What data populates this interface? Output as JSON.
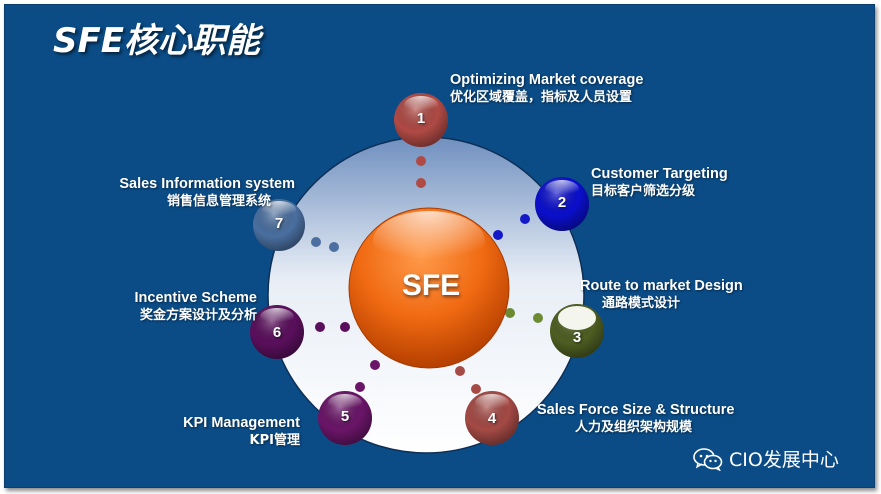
{
  "title": "SFE核心职能",
  "center": {
    "label": "SFE"
  },
  "nodes": [
    {
      "number": "1",
      "en": "Optimizing Market coverage",
      "cn": "优化区域覆盖，指标及人员设置",
      "color": "#b04a45"
    },
    {
      "number": "2",
      "en": "Customer Targeting",
      "cn": "目标客户筛选分级",
      "color": "#0b0fcc"
    },
    {
      "number": "3",
      "en": "Route to market Design",
      "cn": "通路模式设计",
      "color": "#4e5e22"
    },
    {
      "number": "4",
      "en": "Sales Force Size & Structure",
      "cn": "人力及组织架构规模",
      "color": "#a54a45"
    },
    {
      "number": "5",
      "en": "KPI  Management",
      "cn": "KPI管理",
      "color": "#6a1568"
    },
    {
      "number": "6",
      "en": "Incentive Scheme",
      "cn": "奖金方案设计及分析",
      "color": "#5a0f5c"
    },
    {
      "number": "7",
      "en": "Sales Information system",
      "cn": "销售信息管理系统",
      "color": "#4a6fa0"
    }
  ],
  "watermark": {
    "text": "CIO发展中心",
    "icon": "wechat-icon"
  }
}
